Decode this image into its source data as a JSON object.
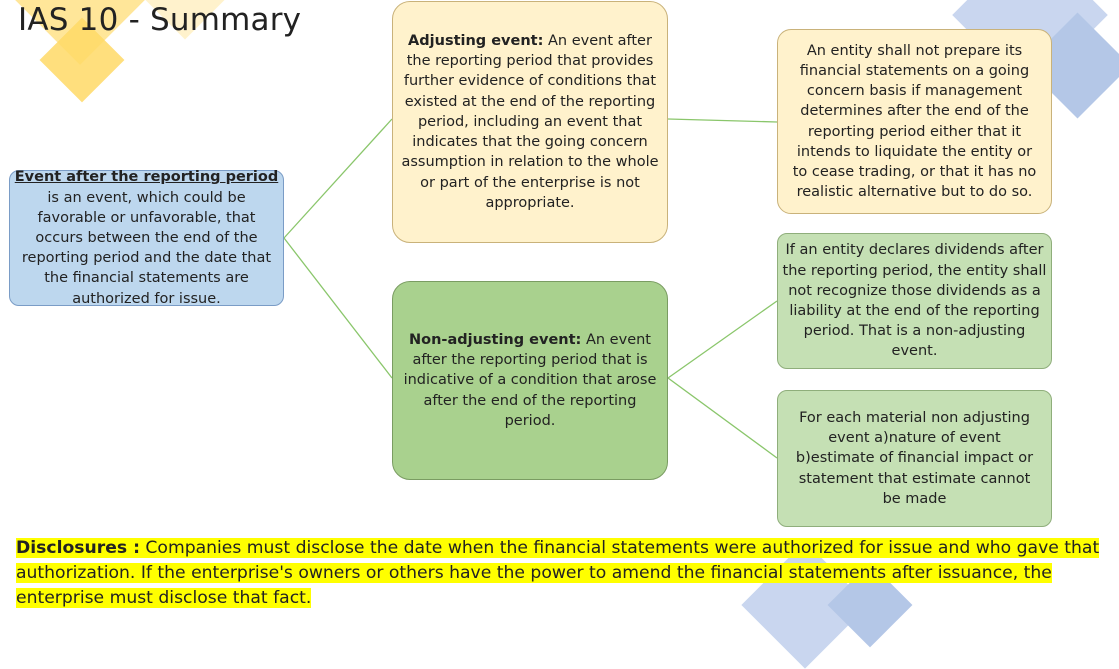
{
  "title": "IAS 10 - Summary",
  "colors": {
    "root_box": "#bdd7ee",
    "adjusting_box": "#fff2cc",
    "non_adjusting_box": "#a9d18e",
    "child_green_box": "#c5e0b4",
    "connector": "#70ad47",
    "highlight": "#ffff00"
  },
  "root": {
    "term": "Event after the reporting period",
    "text": " is an event, which could be favorable or unfavorable, that occurs between the end of the reporting period and the date that the financial statements are authorized for issue."
  },
  "adjusting": {
    "term": "Adjusting event:",
    "text": " An event after the reporting period that provides further evidence of conditions that existed at the end of the reporting period, including an event that indicates that the going concern assumption in relation to the whole or part of the enterprise is not appropriate."
  },
  "going_concern": {
    "text": "An entity shall not prepare its financial statements on a going concern basis if management determines after the end of the reporting period either that it intends to liquidate the entity or to cease trading, or that it has no realistic alternative but to do so."
  },
  "non_adjusting": {
    "term": "Non-adjusting event:",
    "text": " An event after the reporting period that is indicative of a condition that arose after the end of the reporting period."
  },
  "dividends": {
    "text": "If an entity declares dividends after the reporting period, the entity shall not recognize those dividends as a liability at the end of the reporting period. That is a non-adjusting event."
  },
  "non_adjusting_disclosure": {
    "text": "For each material non adjusting event a)nature of event b)estimate of financial impact or statement that estimate cannot be made"
  },
  "disclosures": {
    "label": "Disclosures :",
    "text": " Companies must disclose the date when the financial statements were authorized for issue and who gave that authorization. If the enterprise's owners or others have the power to amend the financial statements after issuance, the enterprise must disclose that fact."
  }
}
